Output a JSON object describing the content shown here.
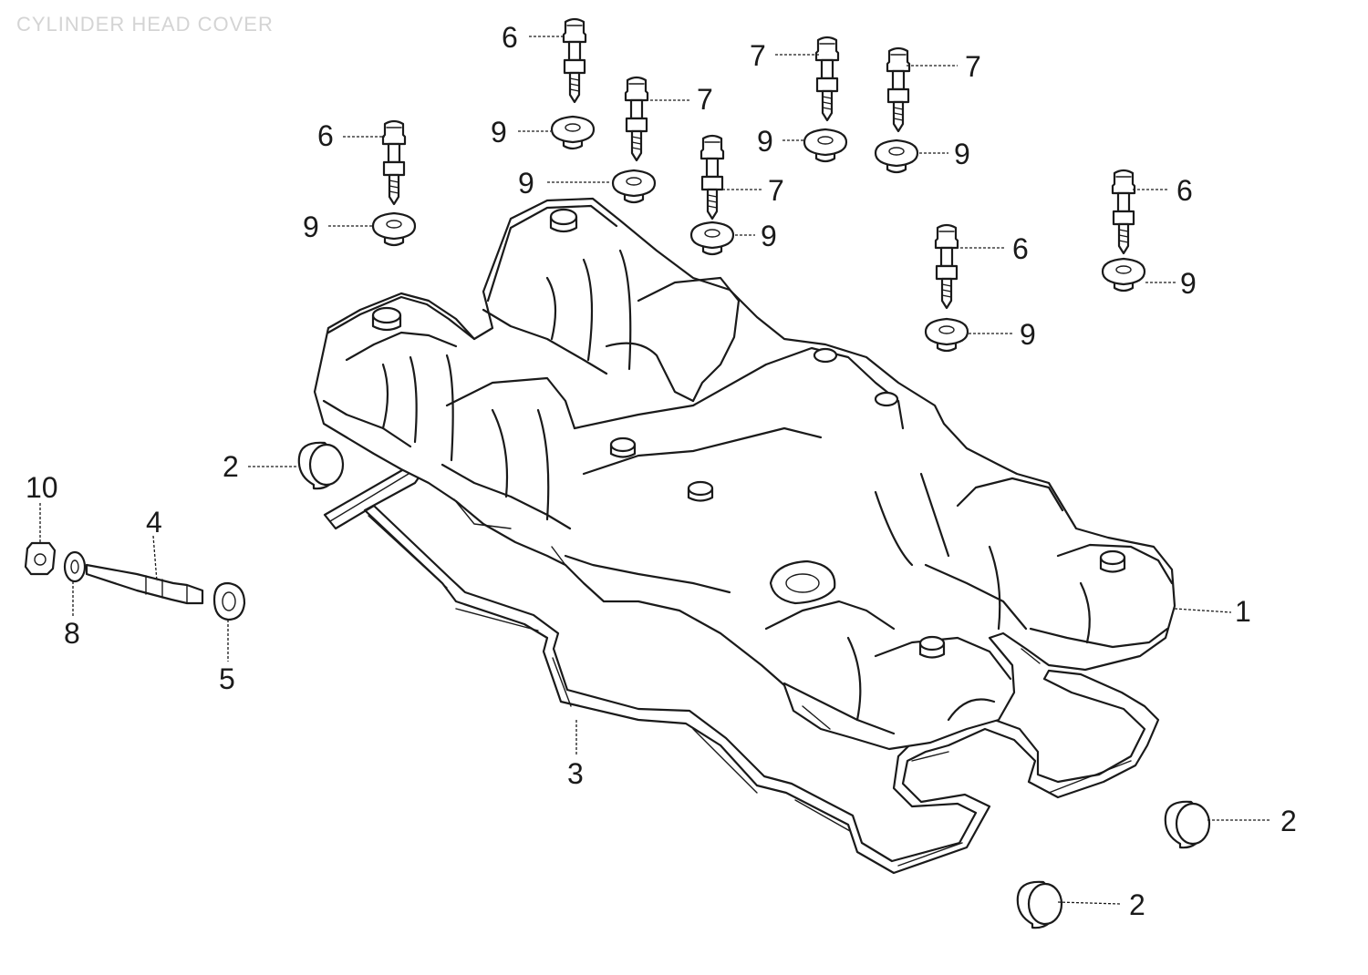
{
  "title": "CYLINDER HEAD COVER",
  "callouts": [
    {
      "id": "c1",
      "text": "1"
    },
    {
      "id": "c2a",
      "text": "2"
    },
    {
      "id": "c2b",
      "text": "2"
    },
    {
      "id": "c2c",
      "text": "2"
    },
    {
      "id": "c3",
      "text": "3"
    },
    {
      "id": "c4",
      "text": "4"
    },
    {
      "id": "c5",
      "text": "5"
    },
    {
      "id": "c6a",
      "text": "6"
    },
    {
      "id": "c6b",
      "text": "6"
    },
    {
      "id": "c6c",
      "text": "6"
    },
    {
      "id": "c6d",
      "text": "6"
    },
    {
      "id": "c7a",
      "text": "7"
    },
    {
      "id": "c7b",
      "text": "7"
    },
    {
      "id": "c7c",
      "text": "7"
    },
    {
      "id": "c7d",
      "text": "7"
    },
    {
      "id": "c8",
      "text": "8"
    },
    {
      "id": "c9a",
      "text": "9"
    },
    {
      "id": "c9b",
      "text": "9"
    },
    {
      "id": "c9c",
      "text": "9"
    },
    {
      "id": "c9d",
      "text": "9"
    },
    {
      "id": "c9e",
      "text": "9"
    },
    {
      "id": "c9f",
      "text": "9"
    },
    {
      "id": "c9g",
      "text": "9"
    },
    {
      "id": "c9h",
      "text": "9"
    },
    {
      "id": "c10",
      "text": "10"
    }
  ]
}
